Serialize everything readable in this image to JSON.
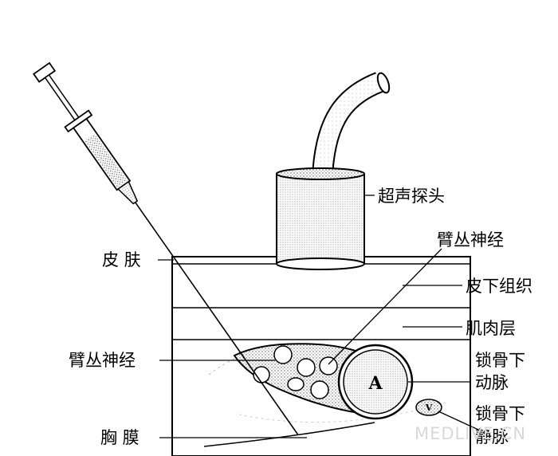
{
  "labels": {
    "probe": "超声探头",
    "skin": "皮 肤",
    "subcutaneous": "皮下组织",
    "nerve_right": "臂丛神经",
    "muscle": "肌肉层",
    "nerve_left": "臂丛神经",
    "artery_line1": "锁骨下",
    "artery_line2": "动脉",
    "vein_line1": "锁骨下",
    "vein_line2": "静脉",
    "pleura": "胸 膜",
    "artery_mark": "A",
    "vein_mark": "V"
  },
  "watermark": "MEDLIVE.CN",
  "colors": {
    "line": "#000000",
    "stipple": "#6f6f6f",
    "background": "#ffffff"
  }
}
